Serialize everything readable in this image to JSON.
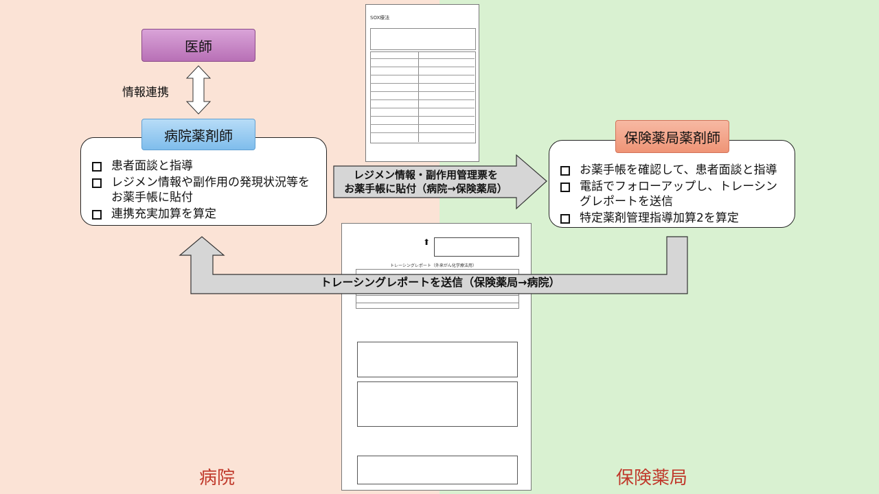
{
  "roles": {
    "doctor": "医師",
    "hospital_pharmacist": "病院薬剤師",
    "pharmacy_pharmacist": "保険薬局薬剤師"
  },
  "info_link_label": "情報連携",
  "hospital_tasks": [
    "患者面談と指導",
    "レジメン情報や副作用の発現状況等をお薬手帳に貼付",
    "連携充実加算を算定"
  ],
  "pharmacy_tasks": [
    "お薬手帳を確認して、患者面談と指導",
    "電話でフォローアップし、トレーシングレポートを送信",
    "特定薬剤管理指導加算2を算定"
  ],
  "arrow_to_pharmacy": {
    "line1": "レジメン情報・副作用管理票を",
    "line2": "お薬手帳に貼付（病院→保険薬局）"
  },
  "arrow_to_hospital": "トレーシングレポートを送信（保険薬局→病院）",
  "regions": {
    "left": "病院",
    "right": "保険薬局"
  },
  "doc_regimen": {
    "title": "SOX療法"
  },
  "doc_tracing": {
    "title": "トレーシングレポート（外来がん化学療法用）"
  }
}
